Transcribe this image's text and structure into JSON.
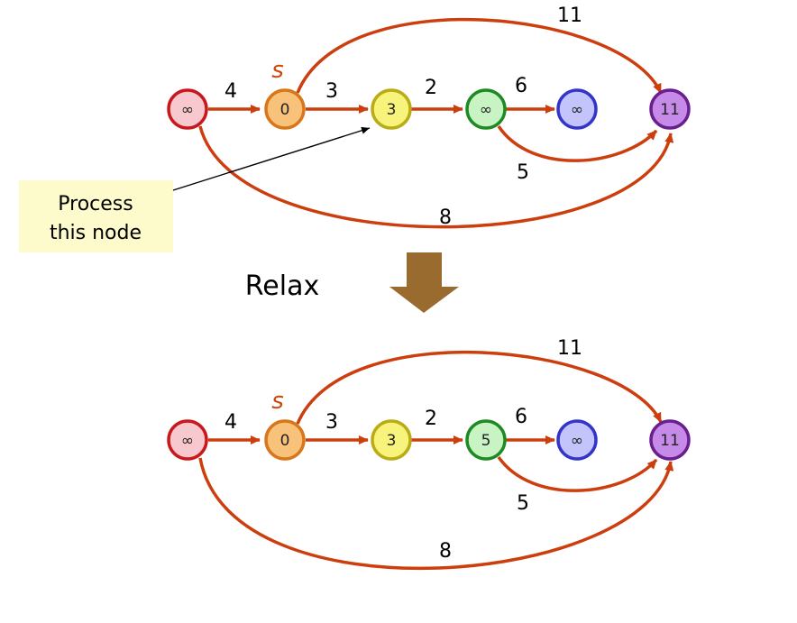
{
  "note": {
    "line1": "Process",
    "line2": "this node"
  },
  "relax_label": "Relax",
  "source_label": "s",
  "colors": {
    "edge": "#cc3e0e",
    "pointer": "#000000",
    "note_bg": "#fdfbcb",
    "relax_arrow": "#9a6b2e"
  },
  "node_colors": [
    {
      "fill": "#f8c8cf",
      "stroke": "#c9181d"
    },
    {
      "fill": "#f9c27a",
      "stroke": "#d9761a"
    },
    {
      "fill": "#f8f37b",
      "stroke": "#b9ac16"
    },
    {
      "fill": "#c8f4c4",
      "stroke": "#1f8a24"
    },
    {
      "fill": "#c2c4fb",
      "stroke": "#3334c8"
    },
    {
      "fill": "#c68ae8",
      "stroke": "#6a1f8f"
    }
  ],
  "graphs": [
    {
      "name": "before",
      "node_values": [
        "∞",
        "0",
        "3",
        "∞",
        "∞",
        "11"
      ],
      "edge_weights": {
        "a_b": "4",
        "b_c": "3",
        "c_d": "2",
        "d_e": "6",
        "b_f": "11",
        "d_f": "5",
        "a_f": "8"
      }
    },
    {
      "name": "after",
      "node_values": [
        "∞",
        "0",
        "3",
        "5",
        "∞",
        "11"
      ],
      "edge_weights": {
        "a_b": "4",
        "b_c": "3",
        "c_d": "2",
        "d_e": "6",
        "b_f": "11",
        "d_f": "5",
        "a_f": "8"
      }
    }
  ]
}
